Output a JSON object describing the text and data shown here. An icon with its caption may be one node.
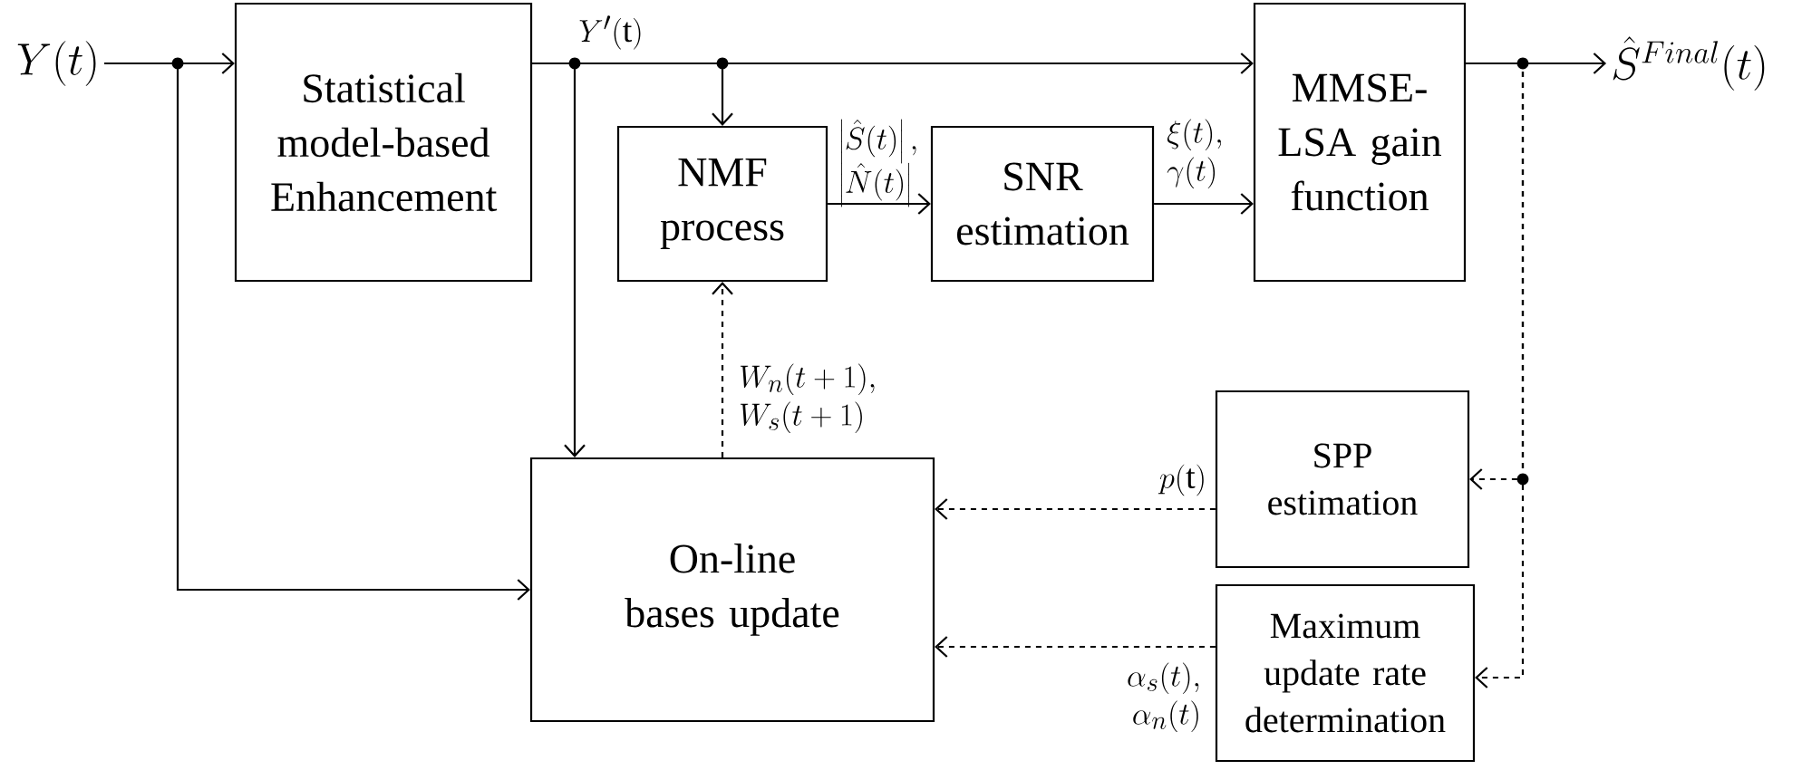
{
  "diagram": {
    "nodes": [
      {
        "text": [
          "Y(t)"
        ]
      },
      {
        "text": [
          "Statistical model-based Enhancement"
        ]
      },
      {
        "text": [
          "NMF process"
        ]
      },
      {
        "text": [
          "SNR estimation"
        ]
      },
      {
        "text": [
          "MMSE-LSA gain function"
        ]
      },
      {
        "text": [
          "\\hat{S}^{Final}(t)"
        ]
      },
      {
        "text": [
          "On-line bases update"
        ]
      },
      {
        "text": [
          "SPP estimation"
        ]
      },
      {
        "text": [
          "Maximum update rate determination"
        ]
      }
    ],
    "edges": [
      {
        "from": 0,
        "to": 1,
        "arrow": "to"
      },
      {
        "from": 0,
        "to": 6,
        "arrow": "to"
      },
      {
        "from": 1,
        "to": 4,
        "arrow": "to",
        "label": "Y'(\\mathrm{t})"
      },
      {
        "from": 1,
        "to": 2,
        "arrow": "to"
      },
      {
        "from": 1,
        "to": 6,
        "arrow": "to"
      },
      {
        "from": 2,
        "to": 3,
        "arrow": "to",
        "label": "\\begin{array}{@{}l@{}}\\left|\\hat{S}(t)\\right|,\\\\ \\left|\\hat{N}(t)\\right|\\end{array}"
      },
      {
        "from": 3,
        "to": 4,
        "arrow": "to",
        "label": "\\begin{array}{@{}l@{}}\\xi(t),\\\\ \\gamma(t)\\end{array}"
      },
      {
        "from": 4,
        "to": 5,
        "arrow": "to"
      },
      {
        "from": 6,
        "to": 2,
        "arrow": "to",
        "style": "dashed",
        "label": "\\begin{array}{@{}l@{}}W_n(t+1),\\\\ W_s(t+1)\\end{array}"
      },
      {
        "from": 4,
        "to": 7,
        "arrow": "to",
        "style": "dashed"
      },
      {
        "from": 4,
        "to": 8,
        "arrow": "to",
        "style": "dashed"
      },
      {
        "from": 7,
        "to": 6,
        "arrow": "to",
        "style": "dashed",
        "label": "p(\\mathrm{t})"
      },
      {
        "from": 8,
        "to": 6,
        "arrow": "to",
        "style": "dashed",
        "label": "\\begin{array}{@{}r@{}}\\alpha_s(t),\\\\ \\alpha_n(t)\\end{array}"
      }
    ]
  }
}
